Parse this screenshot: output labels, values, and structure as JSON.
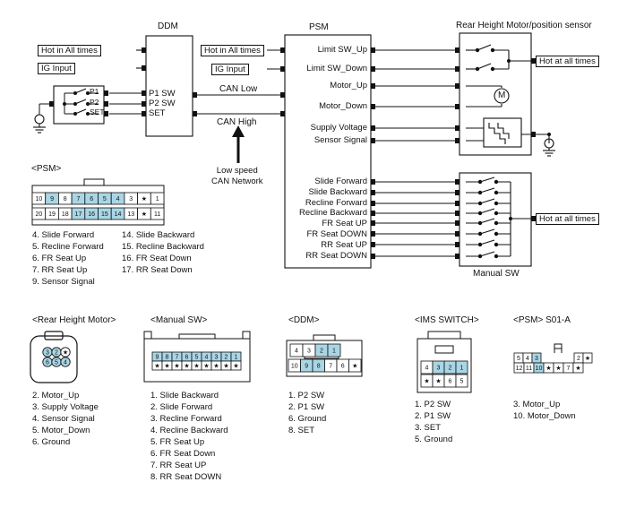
{
  "ddm": {
    "title": "DDM",
    "pins": [
      "P1 SW",
      "P2 SW",
      "SET"
    ],
    "hot_label": "Hot in All times",
    "ig_label": "IG  Input"
  },
  "psm": {
    "title": "PSM",
    "hot_label": "Hot in All times",
    "ig_label": "IG  Input",
    "right_pins": [
      "Limit SW_Up",
      "Limit SW_Down",
      "Motor_Up",
      "Motor_Down",
      "Supply Voltage",
      "Sensor Signal"
    ],
    "lower_pins": [
      "Slide Forward",
      "Slide Backward",
      "Recline Forward",
      "Recline Backward",
      "FR Seat UP",
      "FR Seat DOWN",
      "RR Seat UP",
      "RR Seat DOWN"
    ]
  },
  "switch_labels": [
    "P1",
    "P2",
    "SET"
  ],
  "can": {
    "low": "CAN Low",
    "high": "CAN High",
    "network": [
      "Low speed",
      "CAN Network"
    ]
  },
  "rear_motor": {
    "title": "Rear Height Motor/position sensor",
    "hot_label": "Hot at all times",
    "motor_symbol": "M"
  },
  "manual_sw": {
    "title": "Manual SW",
    "hot_label": "Hot at all times"
  },
  "psm_connector": {
    "title": "<PSM>",
    "row1": [
      "10",
      "9",
      "8",
      "7",
      "6",
      "5",
      "4",
      "3",
      "★",
      "1"
    ],
    "row2": [
      "20",
      "19",
      "18",
      "17",
      "16",
      "15",
      "14",
      "13",
      "★",
      "11"
    ],
    "legend_left": [
      "4. Slide Forward",
      "5. Recline Forward",
      "6. FR Seat Up",
      "7. RR Seat Up",
      "9. Sensor Signal"
    ],
    "legend_right": [
      "14. Slide Backward",
      "15. Recline Backward",
      "16. FR Seat Down",
      "17. RR Seat Down"
    ]
  },
  "rear_motor_connector": {
    "title": "<Rear Height Motor>",
    "pins": [
      "3",
      "2",
      "★",
      "6",
      "5",
      "4"
    ],
    "legend": [
      "2. Motor_Up",
      "3. Supply Voltage",
      "4. Sensor Signal",
      "5. Motor_Down",
      "6. Ground"
    ]
  },
  "manual_sw_connector": {
    "title": "<Manual SW>",
    "row1": [
      "9",
      "8",
      "7",
      "6",
      "5",
      "4",
      "3",
      "2",
      "1"
    ],
    "row2": [
      "★",
      "★",
      "★",
      "★",
      "★",
      "★",
      "★",
      "★",
      "★"
    ],
    "legend": [
      "1. Slide Backward",
      "2. Slide Forward",
      "3. Recline Forward",
      "4. Recline Backward",
      "5. FR Seat Up",
      "6. FR Seat Down",
      "7. RR Seat UP",
      "8. RR Seat DOWN"
    ]
  },
  "ddm_connector": {
    "title": "<DDM>",
    "row1": [
      "4",
      "3",
      "2",
      "1"
    ],
    "row2": [
      "10",
      "9",
      "8",
      "7",
      "6",
      "★"
    ],
    "legend": [
      "1. P2 SW",
      "2. P1 SW",
      "6. Ground",
      "8. SET"
    ]
  },
  "ims_connector": {
    "title": "<IMS SWITCH>",
    "row1": [
      "4",
      "3",
      "2",
      "1"
    ],
    "row2": [
      "★",
      "★",
      "6",
      "5"
    ],
    "legend": [
      "1. P2 SW",
      "2. P1 SW",
      "3. SET",
      "5. Ground"
    ]
  },
  "s01a_connector": {
    "title": "<PSM> S01-A",
    "row1": [
      "5",
      "4",
      "3",
      "2",
      "★"
    ],
    "row2": [
      "12",
      "11",
      "10",
      "★",
      "★",
      "7",
      "★"
    ],
    "legend": [
      "3. Motor_Up",
      "10. Motor_Down"
    ]
  },
  "colors": {
    "highlight": "#a9d6e5",
    "line": "#111111"
  }
}
